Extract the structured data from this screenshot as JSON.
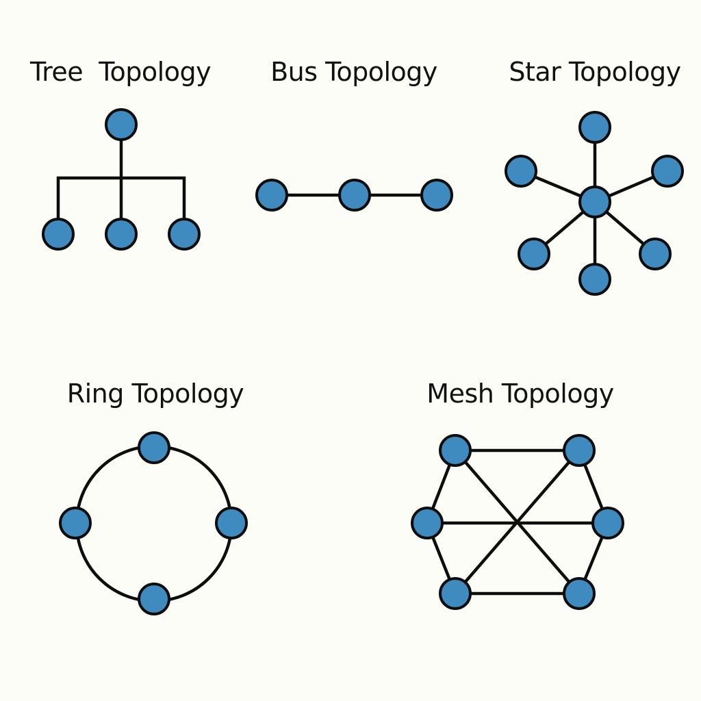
{
  "colors": {
    "background": "#fdfdf8",
    "node_fill": "#3f8bbf",
    "stroke": "#0d0d0d",
    "text": "#111111"
  },
  "icons": {
    "node": "circle-node-icon"
  },
  "topologies": {
    "tree": {
      "title": "Tree  Topology",
      "node_count": 4
    },
    "bus": {
      "title": "Bus Topology",
      "node_count": 3
    },
    "star": {
      "title": "Star Topology",
      "node_count": 7
    },
    "ring": {
      "title": "Ring Topology",
      "node_count": 4
    },
    "mesh": {
      "title": "Mesh Topology",
      "node_count": 6
    }
  }
}
